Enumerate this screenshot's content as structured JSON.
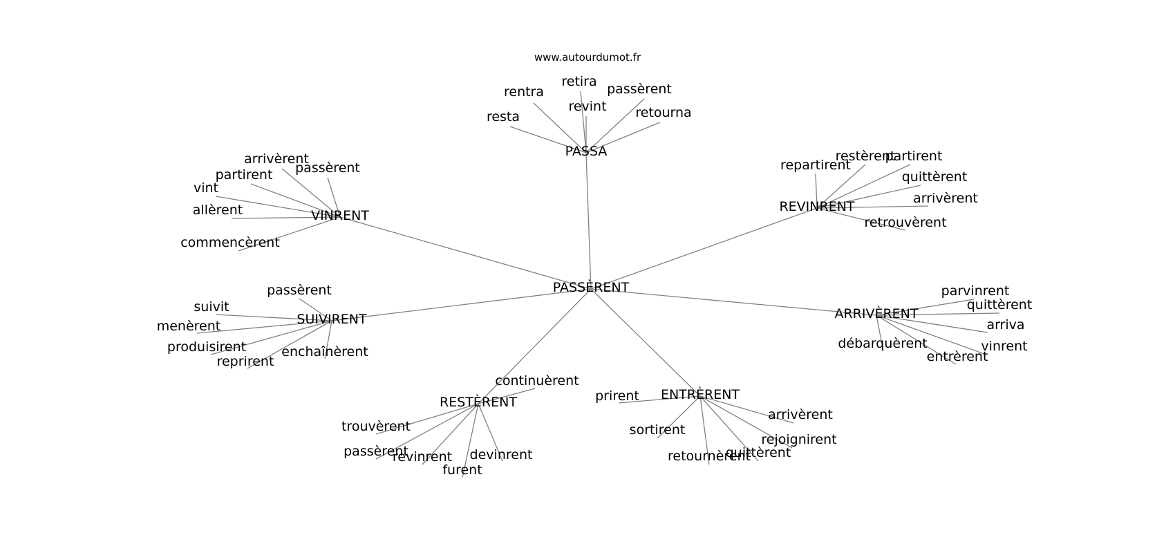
{
  "watermark": "www.autourdumot.fr",
  "center": "PASSÈRENT",
  "clusters": [
    {
      "hub": "PASSA",
      "words": [
        "resta",
        "rentra",
        "retira",
        "revint",
        "passèrent",
        "retourna"
      ]
    },
    {
      "hub": "VINRENT",
      "words": [
        "arrivèrent",
        "partirent",
        "passèrent",
        "vint",
        "allèrent",
        "commencèrent"
      ]
    },
    {
      "hub": "REVINRENT",
      "words": [
        "repartirent",
        "restèrent",
        "partirent",
        "quittèrent",
        "arrivèrent",
        "retrouvèrent"
      ]
    },
    {
      "hub": "SUIVIRENT",
      "words": [
        "passèrent",
        "suivit",
        "menèrent",
        "produisirent",
        "reprirent",
        "enchaînèrent"
      ]
    },
    {
      "hub": "ARRIVÈRENT",
      "words": [
        "parvinrent",
        "quittèrent",
        "arriva",
        "débarquèrent",
        "vinrent",
        "entrèrent"
      ]
    },
    {
      "hub": "RESTÈRENT",
      "words": [
        "continuèrent",
        "trouvèrent",
        "passèrent",
        "revinrent",
        "furent",
        "devinrent"
      ]
    },
    {
      "hub": "ENTRÈRENT",
      "words": [
        "prirent",
        "arrivèrent",
        "sortirent",
        "rejoignirent",
        "retournèrent",
        "quittèrent"
      ]
    }
  ]
}
